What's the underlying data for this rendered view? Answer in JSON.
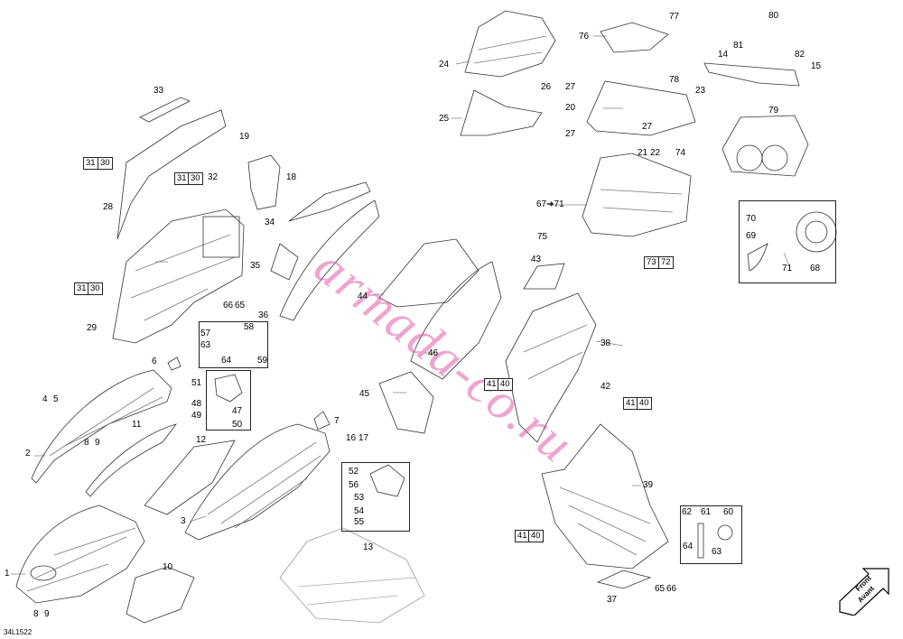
{
  "diagram": {
    "reference": "34L1522",
    "watermark": "armada-co.ru",
    "direction_badge": {
      "line1": "Front",
      "line2": "Avant"
    },
    "callouts": [
      {
        "id": "c1",
        "text": "1"
      },
      {
        "id": "c2",
        "text": "2"
      },
      {
        "id": "c3",
        "text": "3"
      },
      {
        "id": "c4",
        "text": "4"
      },
      {
        "id": "c5",
        "text": "5"
      },
      {
        "id": "c6",
        "text": "6"
      },
      {
        "id": "c7",
        "text": "7"
      },
      {
        "id": "c8a",
        "text": "8"
      },
      {
        "id": "c9a",
        "text": "9"
      },
      {
        "id": "c8b",
        "text": "8"
      },
      {
        "id": "c9b",
        "text": "9"
      },
      {
        "id": "c10",
        "text": "10"
      },
      {
        "id": "c11",
        "text": "11"
      },
      {
        "id": "c12",
        "text": "12"
      },
      {
        "id": "c13",
        "text": "13"
      },
      {
        "id": "c14",
        "text": "14"
      },
      {
        "id": "c15",
        "text": "15"
      },
      {
        "id": "c16",
        "text": "16"
      },
      {
        "id": "c17",
        "text": "17"
      },
      {
        "id": "c18",
        "text": "18"
      },
      {
        "id": "c19",
        "text": "19"
      },
      {
        "id": "c20",
        "text": "20"
      },
      {
        "id": "c21",
        "text": "21"
      },
      {
        "id": "c22",
        "text": "22"
      },
      {
        "id": "c23",
        "text": "23"
      },
      {
        "id": "c24",
        "text": "24"
      },
      {
        "id": "c25",
        "text": "25"
      },
      {
        "id": "c26",
        "text": "26"
      },
      {
        "id": "c27a",
        "text": "27"
      },
      {
        "id": "c27b",
        "text": "27"
      },
      {
        "id": "c27c",
        "text": "27"
      },
      {
        "id": "c28",
        "text": "28"
      },
      {
        "id": "c29",
        "text": "29"
      },
      {
        "id": "c31a",
        "text": "31"
      },
      {
        "id": "c30a",
        "text": "30"
      },
      {
        "id": "c31b",
        "text": "31"
      },
      {
        "id": "c30b",
        "text": "30"
      },
      {
        "id": "c31c",
        "text": "31"
      },
      {
        "id": "c30c",
        "text": "30"
      },
      {
        "id": "c32",
        "text": "32"
      },
      {
        "id": "c33",
        "text": "33"
      },
      {
        "id": "c34",
        "text": "34"
      },
      {
        "id": "c35",
        "text": "35"
      },
      {
        "id": "c36",
        "text": "36"
      },
      {
        "id": "c37",
        "text": "37"
      },
      {
        "id": "c38",
        "text": "38"
      },
      {
        "id": "c39",
        "text": "39"
      },
      {
        "id": "c41a",
        "text": "41"
      },
      {
        "id": "c40a",
        "text": "40"
      },
      {
        "id": "c41b",
        "text": "41"
      },
      {
        "id": "c40b",
        "text": "40"
      },
      {
        "id": "c41c",
        "text": "41"
      },
      {
        "id": "c40c",
        "text": "40"
      },
      {
        "id": "c42",
        "text": "42"
      },
      {
        "id": "c43",
        "text": "43"
      },
      {
        "id": "c44",
        "text": "44"
      },
      {
        "id": "c45",
        "text": "45"
      },
      {
        "id": "c46",
        "text": "46"
      },
      {
        "id": "c47",
        "text": "47"
      },
      {
        "id": "c48",
        "text": "48"
      },
      {
        "id": "c49",
        "text": "49"
      },
      {
        "id": "c50",
        "text": "50"
      },
      {
        "id": "c51",
        "text": "51"
      },
      {
        "id": "c52",
        "text": "52"
      },
      {
        "id": "c53",
        "text": "53"
      },
      {
        "id": "c54",
        "text": "54"
      },
      {
        "id": "c55",
        "text": "55"
      },
      {
        "id": "c56",
        "text": "56"
      },
      {
        "id": "c57",
        "text": "57"
      },
      {
        "id": "c58",
        "text": "58"
      },
      {
        "id": "c59",
        "text": "59"
      },
      {
        "id": "c60",
        "text": "60"
      },
      {
        "id": "c61",
        "text": "61"
      },
      {
        "id": "c62",
        "text": "62"
      },
      {
        "id": "c63a",
        "text": "63"
      },
      {
        "id": "c63b",
        "text": "63"
      },
      {
        "id": "c64a",
        "text": "64"
      },
      {
        "id": "c64b",
        "text": "64"
      },
      {
        "id": "c65a",
        "text": "65"
      },
      {
        "id": "c66a",
        "text": "66"
      },
      {
        "id": "c65b",
        "text": "65"
      },
      {
        "id": "c66b",
        "text": "66"
      },
      {
        "id": "c67",
        "text": "67➔71"
      },
      {
        "id": "c68",
        "text": "68"
      },
      {
        "id": "c69",
        "text": "69"
      },
      {
        "id": "c70",
        "text": "70"
      },
      {
        "id": "c71",
        "text": "71"
      },
      {
        "id": "c72",
        "text": "72"
      },
      {
        "id": "c73",
        "text": "73"
      },
      {
        "id": "c74",
        "text": "74"
      },
      {
        "id": "c75",
        "text": "75"
      },
      {
        "id": "c76",
        "text": "76"
      },
      {
        "id": "c77",
        "text": "77"
      },
      {
        "id": "c78",
        "text": "78"
      },
      {
        "id": "c79",
        "text": "79"
      },
      {
        "id": "c80",
        "text": "80"
      },
      {
        "id": "c81",
        "text": "81"
      },
      {
        "id": "c82",
        "text": "82"
      }
    ]
  }
}
